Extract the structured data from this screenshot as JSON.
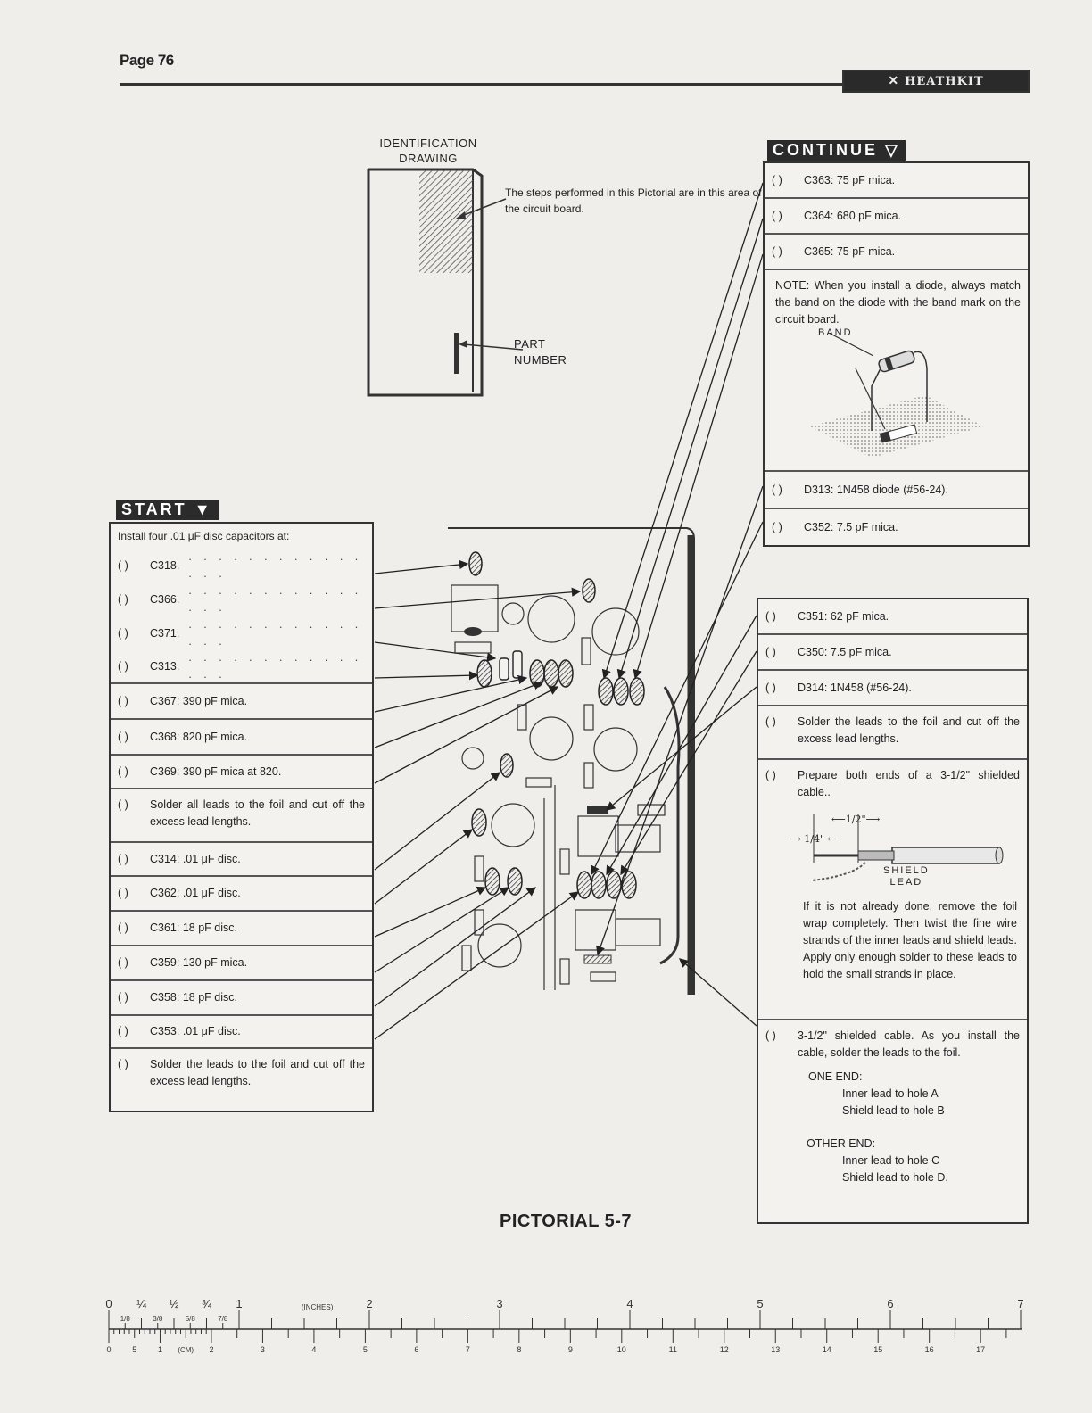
{
  "header": {
    "page_number": "Page 76",
    "logo_text": "HEATHKIT",
    "logo_symbol": "✕"
  },
  "identification": {
    "title_line1": "IDENTIFICATION",
    "title_line2": "DRAWING",
    "area_note": "The steps performed in this Pictorial are in this area of the circuit board.",
    "part_line1": "PART",
    "part_line2": "NUMBER"
  },
  "start_panel": {
    "title": "START",
    "intro": "Install four .01 μF disc capacitors at:",
    "dotted_items": [
      {
        "check": "(  )",
        "label": "C318."
      },
      {
        "check": "(  )",
        "label": "C366."
      },
      {
        "check": "(  )",
        "label": "C371."
      },
      {
        "check": "(  )",
        "label": "C313."
      }
    ],
    "steps": [
      {
        "check": "(  )",
        "text": "C367: 390 pF mica."
      },
      {
        "check": "(  )",
        "text": "C368: 820 pF mica."
      },
      {
        "check": "(  )",
        "text": "C369: 390 pF mica at 820."
      },
      {
        "check": "(  )",
        "text": "Solder all leads to the foil and cut off the excess lead lengths."
      },
      {
        "check": "(  )",
        "text": "C314: .01 μF disc."
      },
      {
        "check": "(  )",
        "text": "C362: .01 μF disc."
      },
      {
        "check": "(  )",
        "text": "C361: 18 pF disc."
      },
      {
        "check": "(  )",
        "text": "C359: 130 pF mica."
      },
      {
        "check": "(  )",
        "text": "C358: 18 pF disc."
      },
      {
        "check": "(  )",
        "text": "C353: .01 μF disc."
      },
      {
        "check": "(  )",
        "text": "Solder the leads to the foil and cut off the excess lead lengths."
      }
    ],
    "dots": ". . . . . . . . . . . . . . ."
  },
  "continue_panel": {
    "title": "CONTINUE",
    "steps_top": [
      {
        "check": "(  )",
        "text": "C363: 75 pF mica."
      },
      {
        "check": "(  )",
        "text": "C364: 680 pF mica."
      },
      {
        "check": "(  )",
        "text": "C365: 75 pF mica."
      }
    ],
    "note": "NOTE: When you install a diode, always match the band on the diode with the band mark on the circuit board.",
    "band_label": "BAND",
    "steps_bottom": [
      {
        "check": "(  )",
        "text": "D313: 1N458 diode (#56-24)."
      },
      {
        "check": "(  )",
        "text": "C352: 7.5 pF mica."
      }
    ]
  },
  "right_panel": {
    "steps": [
      {
        "check": "(  )",
        "text": "C351: 62 pF mica."
      },
      {
        "check": "(  )",
        "text": "C350: 7.5 pF mica."
      },
      {
        "check": "(  )",
        "text": "D314: 1N458 (#56-24)."
      },
      {
        "check": "(  )",
        "text": "Solder the leads to the foil and cut off the excess lead lengths."
      }
    ],
    "prepare": {
      "check": "(  )",
      "text": "Prepare both ends of a 3-1/2\" shielded cable.."
    },
    "dim_half": "1/2\"",
    "dim_quarter": "1/4\"",
    "shield_label1": "SHIELD",
    "shield_label2": "LEAD",
    "foil_note": "If it is not already done, remove the foil wrap completely. Then twist the fine wire strands of the inner leads and shield leads. Apply only enough solder to these leads to hold the small strands in place.",
    "cable_step": {
      "check": "(  )",
      "text": "3-1/2\" shielded cable. As you install the cable, solder the leads to the foil."
    },
    "one_end_title": "ONE END:",
    "one_end_lines": [
      "Inner lead to hole A",
      "Shield lead to hole B"
    ],
    "other_end_title": "OTHER END:",
    "other_end_lines": [
      "Inner lead to hole C",
      "Shield lead to hole D."
    ]
  },
  "caption": "PICTORIAL 5-7",
  "ruler": {
    "inch_labels": [
      "0",
      "¼",
      "½",
      "¾",
      "1",
      "2",
      "3",
      "4",
      "5",
      "6",
      "7"
    ],
    "inch_unit": "(INCHES)",
    "eighth_labels": [
      "1/8",
      "3/8",
      "5/8",
      "7/8"
    ],
    "cm_labels": [
      "0",
      "5",
      "1",
      "2",
      "3",
      "4",
      "5",
      "6",
      "7",
      "8",
      "9",
      "10",
      "11",
      "12",
      "13",
      "14",
      "15",
      "16",
      "17"
    ],
    "cm_unit": "(CM)"
  }
}
